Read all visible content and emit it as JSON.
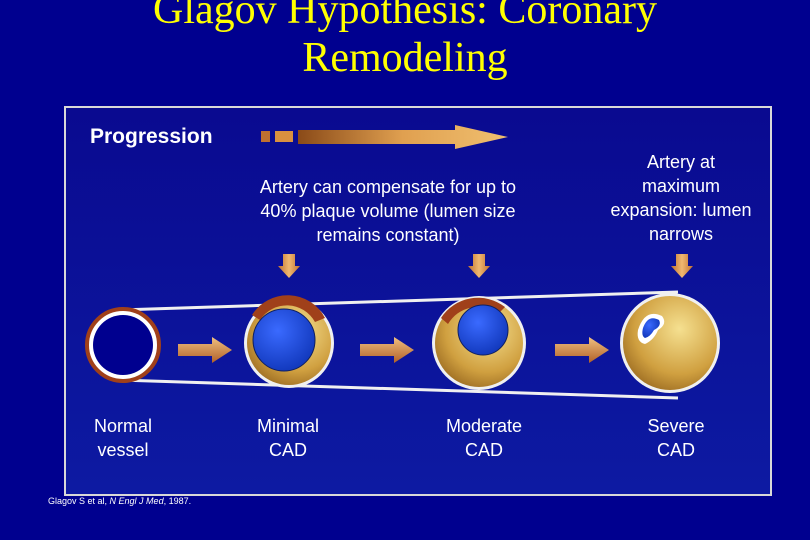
{
  "title_line1": "Glagov Hypothesis: Coronary",
  "title_line2": "Remodeling",
  "progression_label": "Progression",
  "compensate_text": "Artery can compensate for up to 40% plaque volume (lumen size remains constant)",
  "max_expansion_text": "Artery at maximum expansion: lumen narrows",
  "stages": [
    {
      "line1": "Normal",
      "line2": "vessel"
    },
    {
      "line1": "Minimal",
      "line2": "CAD"
    },
    {
      "line1": "Moderate",
      "line2": "CAD"
    },
    {
      "line1": "Severe",
      "line2": "CAD"
    }
  ],
  "citation": {
    "authors": "Glagov S et al, ",
    "journal": "N Engl J Med",
    "year": ", 1987."
  },
  "colors": {
    "title": "#ffff00",
    "background": "#00008f",
    "arrow": "#d99a4a",
    "lumen": "#1f4fe0",
    "vessel_wall": "#a0401a",
    "plaque": "#d9b040"
  }
}
